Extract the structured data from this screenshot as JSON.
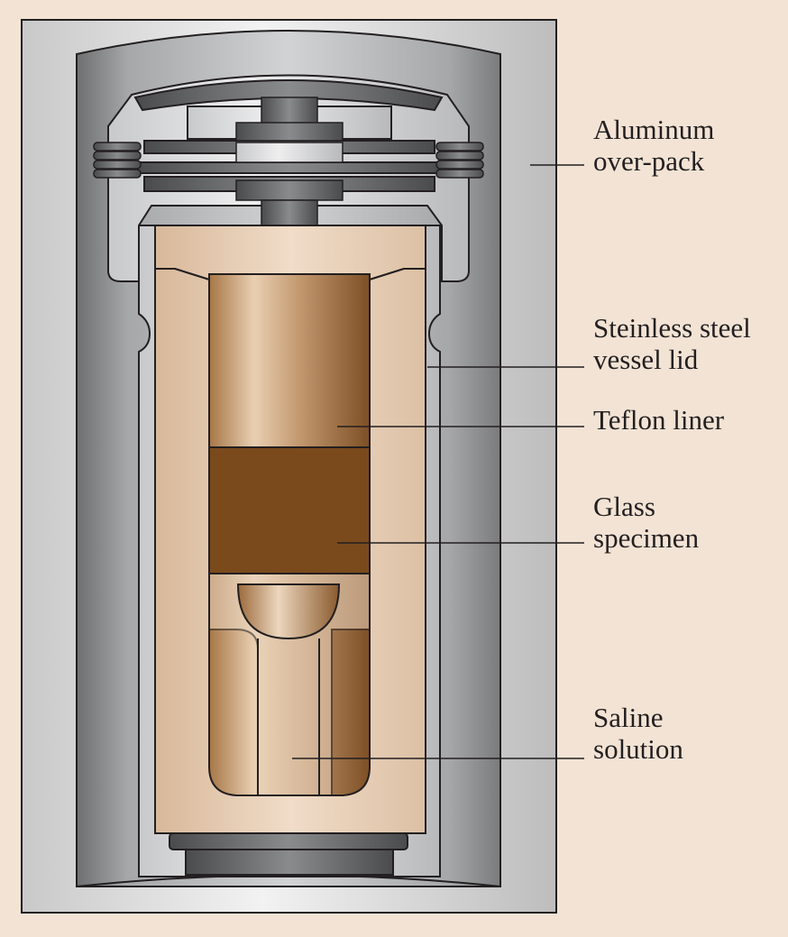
{
  "labels": {
    "aluminum_overpack": [
      "Aluminum",
      "over-pack"
    ],
    "vessel_lid": [
      "Steinless steel",
      "vessel lid"
    ],
    "teflon_liner": [
      "Teflon liner"
    ],
    "glass_specimen": [
      "Glass",
      "specimen"
    ],
    "saline_solution": [
      "Saline",
      "solution"
    ]
  },
  "colors": {
    "background": "#f2e3d5",
    "aluminum": "#d6d6d6",
    "steel_dark": "#5f6062",
    "teflon": "#e6cdb3",
    "glass_specimen": "#7a4a1c",
    "solution": "#c49a72",
    "outline": "#231f20"
  }
}
